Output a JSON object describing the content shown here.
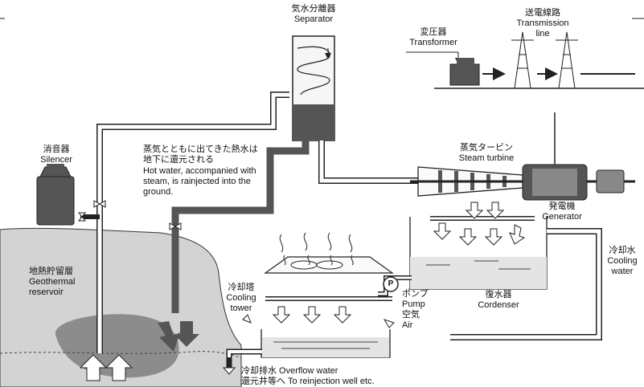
{
  "labels": {
    "separator_jp": "気水分離器",
    "separator_en": "Separator",
    "transformer_jp": "変圧器",
    "transformer_en": "Transformer",
    "transmission_jp": "送電線路",
    "transmission_en1": "Transmission",
    "transmission_en2": "line",
    "silencer_jp": "消音器",
    "silencer_en": "Silencer",
    "hotwater_jp1": "蒸気とともに出てきた熱水は",
    "hotwater_jp2": "地下に還元される",
    "hotwater_en1": "Hot water, accompanied with",
    "hotwater_en2": "steam, is rainjected into the",
    "hotwater_en3": "ground.",
    "turbine_jp": "蒸気タービン",
    "turbine_en": "Steam turbine",
    "generator_jp": "発電機",
    "generator_en": "Generator",
    "reservoir_jp": "地熱貯留層",
    "reservoir_en1": "Geothermal",
    "reservoir_en2": "reservoir",
    "cooling_tower_jp": "冷却塔",
    "cooling_tower_en1": "Cooling",
    "cooling_tower_en2": "tower",
    "pump_symbol": "P",
    "pump_jp": "ポンプ",
    "pump_en": "Pump",
    "air_jp": "空気",
    "air_en": "Air",
    "condenser_jp": "復水器",
    "condenser_en": "Cordenser",
    "cooling_water_jp": "冷却水",
    "cooling_water_en1": "Cooling",
    "cooling_water_en2": "water",
    "overflow_line1": "冷却排水 Overflow water",
    "overflow_line2": "還元井等へ To reinjection well etc."
  }
}
